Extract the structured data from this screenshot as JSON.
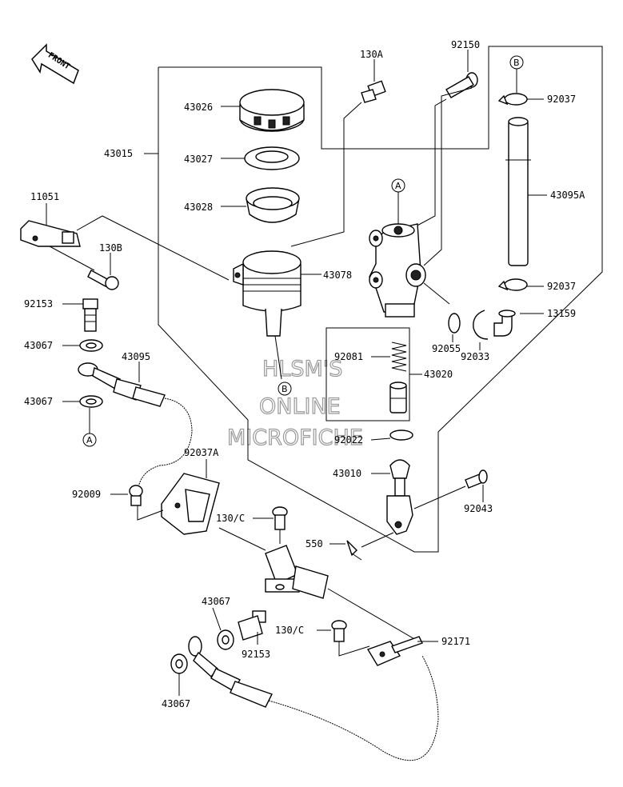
{
  "front_arrow": "FRONT",
  "watermark": [
    "HLSM'S",
    "ONLINE",
    "MICROFICHE"
  ],
  "callouts": {
    "a_top": "A",
    "a_bottom": "A",
    "b_top": "B",
    "b_bottom": "B"
  },
  "parts": {
    "p43026": "43026",
    "p43027": "43027",
    "p43028": "43028",
    "p43015": "43015",
    "p130A": "130A",
    "p92150": "92150",
    "p92037_top": "92037",
    "p43095A": "43095A",
    "p11051": "11051",
    "p130B": "130B",
    "p43078": "43078",
    "p92037_mid": "92037",
    "p92153_top": "92153",
    "p13159": "13159",
    "p43067_a": "43067",
    "p43095": "43095",
    "p92055": "92055",
    "p92033": "92033",
    "p92081": "92081",
    "p43020": "43020",
    "p43067_b": "43067",
    "p92022": "92022",
    "p92037A": "92037A",
    "p43010": "43010",
    "p92009": "92009",
    "p92043": "92043",
    "p130C_top": "130/C",
    "p550": "550",
    "p43067_c": "43067",
    "p92153_bot": "92153",
    "p130C_bot": "130/C",
    "p92171": "92171",
    "p43067_d": "43067"
  }
}
